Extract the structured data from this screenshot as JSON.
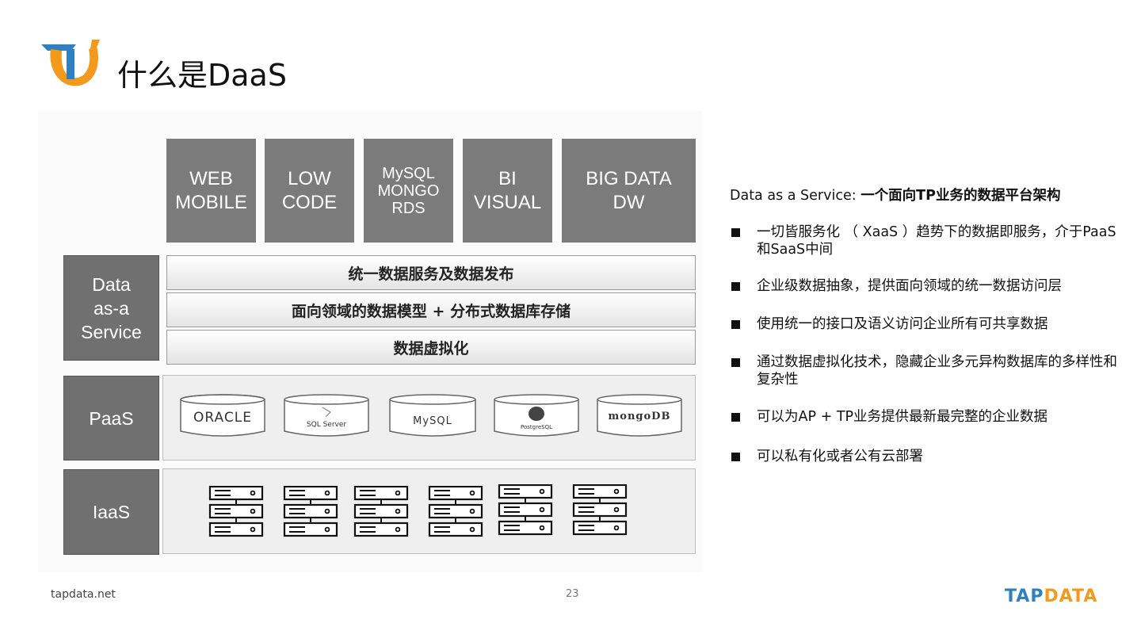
{
  "header": {
    "title": "什么是DaaS",
    "brand_colors": {
      "blue": "#2f7fc1",
      "orange": "#f39a1d"
    }
  },
  "apps": [
    {
      "lines": [
        "WEB",
        "MOBILE"
      ]
    },
    {
      "lines": [
        "LOW",
        "CODE"
      ]
    },
    {
      "lines": [
        "MySQL",
        "MONGO",
        "RDS"
      ]
    },
    {
      "lines": [
        "BI",
        "VISUAL"
      ]
    },
    {
      "lines": [
        "BIG DATA",
        "DW"
      ]
    }
  ],
  "layers": {
    "daas": {
      "lines": [
        "Data",
        "as-a",
        "Service"
      ]
    },
    "paas": "PaaS",
    "iaas": "IaaS"
  },
  "bands": [
    "统一数据服务及数据发布",
    "面向领域的数据模型 + 分布式数据库存储",
    "数据虚拟化"
  ],
  "databases": [
    "ORACLE",
    "SQL Server",
    "MySQL",
    "PostgreSQL",
    "mongoDB"
  ],
  "servers_count_icon": "server-rack-icon",
  "right": {
    "title_prefix": "Data as a Service: ",
    "title_strong": "一个面向TP业务的数据平台架构",
    "bullets": [
      "一切皆服务化 （ XaaS ）趋势下的数据即服务，介于PaaS和SaaS中间",
      "企业级数据抽象，提供面向领域的统一数据访问层",
      "使用统一的接口及语义访问企业所有可共享数据",
      "通过数据虚拟化技术，隐藏企业多元异构数据库的多样性和复杂性",
      "可以为AP + TP业务提供最新最完整的企业数据",
      "可以私有化或者公有云部署"
    ]
  },
  "footer": {
    "site": "tapdata.net",
    "page": "23",
    "brand_part1": "TAP",
    "brand_part2": "DATA"
  }
}
